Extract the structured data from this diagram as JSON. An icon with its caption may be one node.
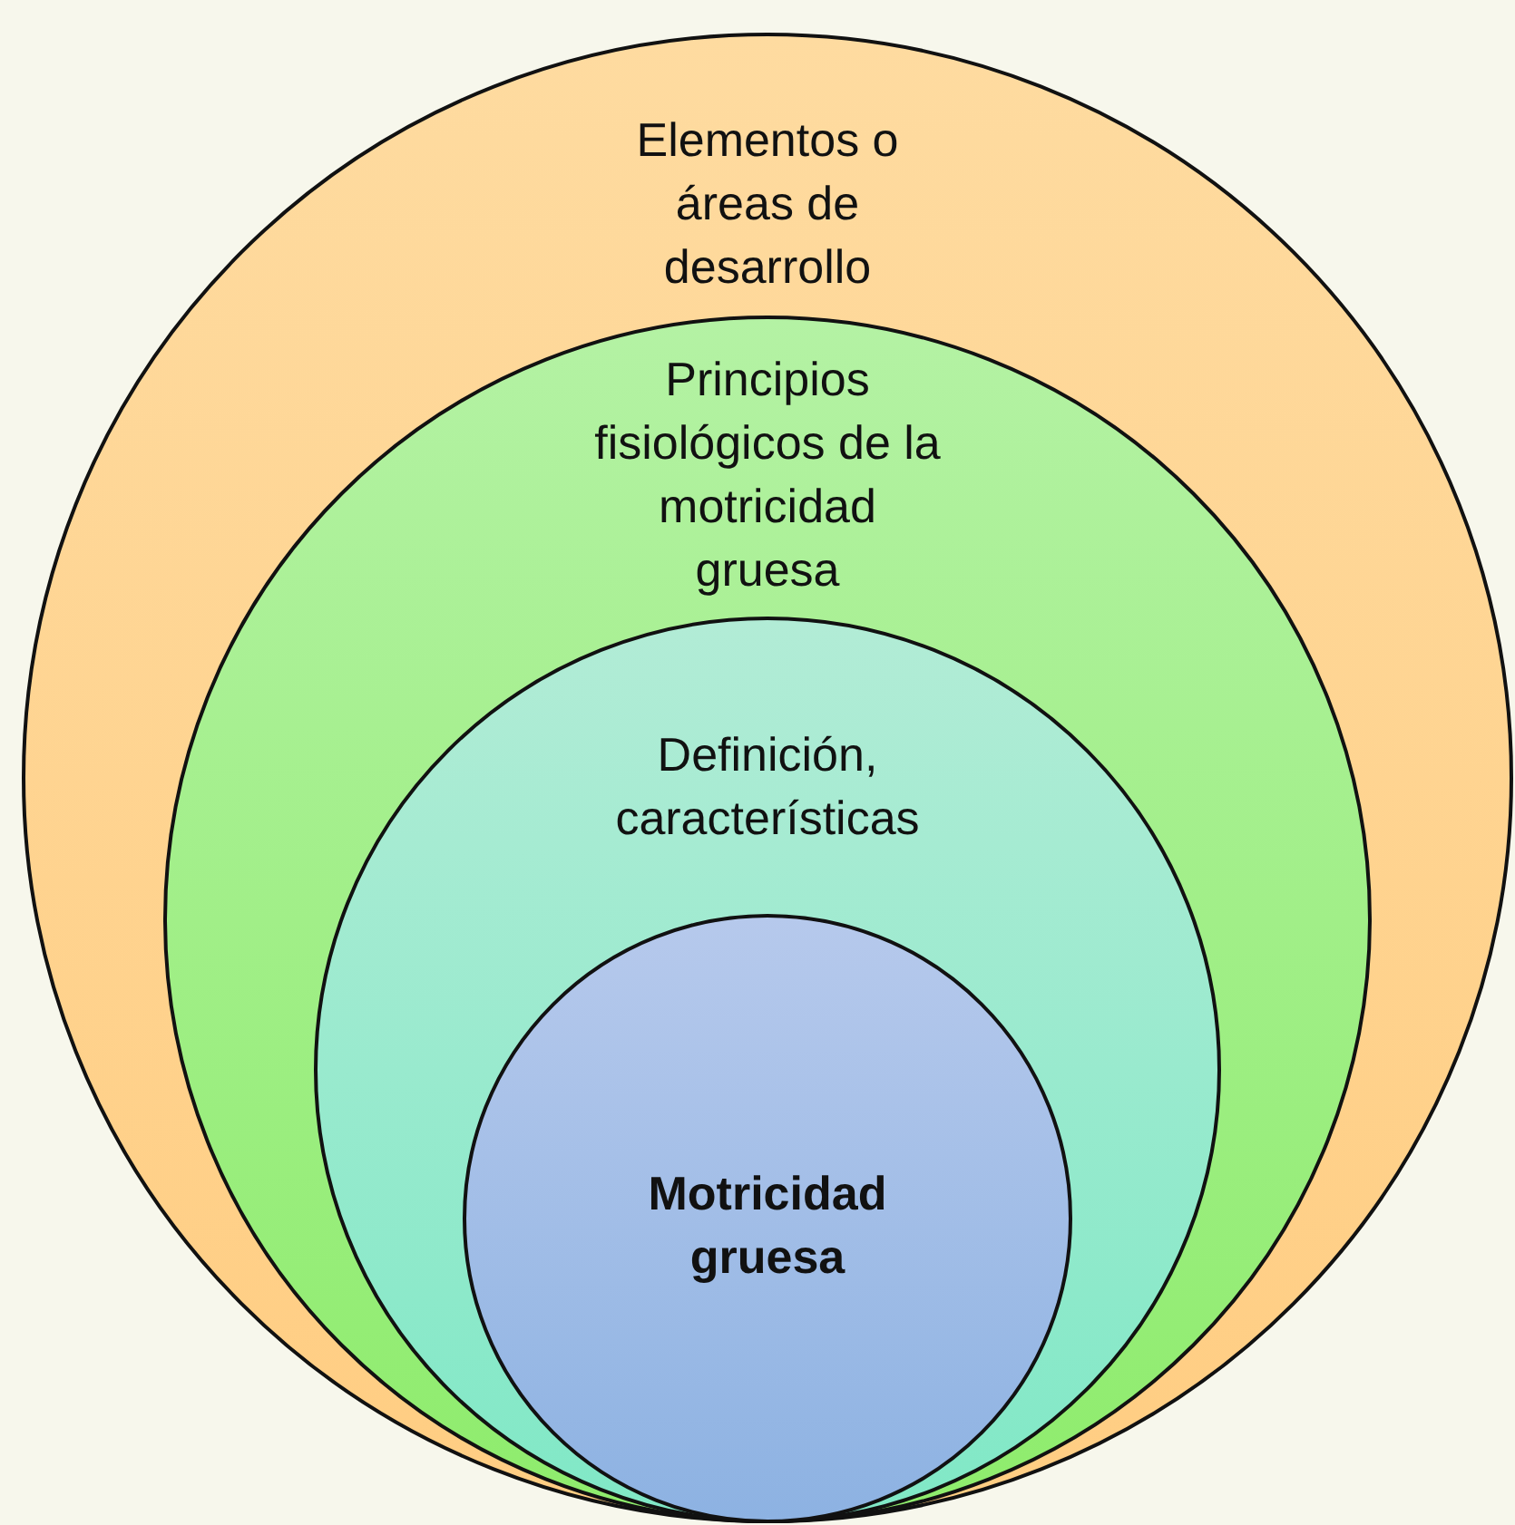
{
  "diagram": {
    "nodes": [
      {
        "text": [
          "Elementos o áreas de desarrollo"
        ]
      },
      {
        "text": [
          "Principios fisiológicos de la motricidad gruesa"
        ],
        "in": 0
      },
      {
        "text": [
          "Definición, características"
        ],
        "in": 1
      },
      {
        "text": [
          "Motricidad gruesa"
        ],
        "in": 2
      }
    ]
  }
}
